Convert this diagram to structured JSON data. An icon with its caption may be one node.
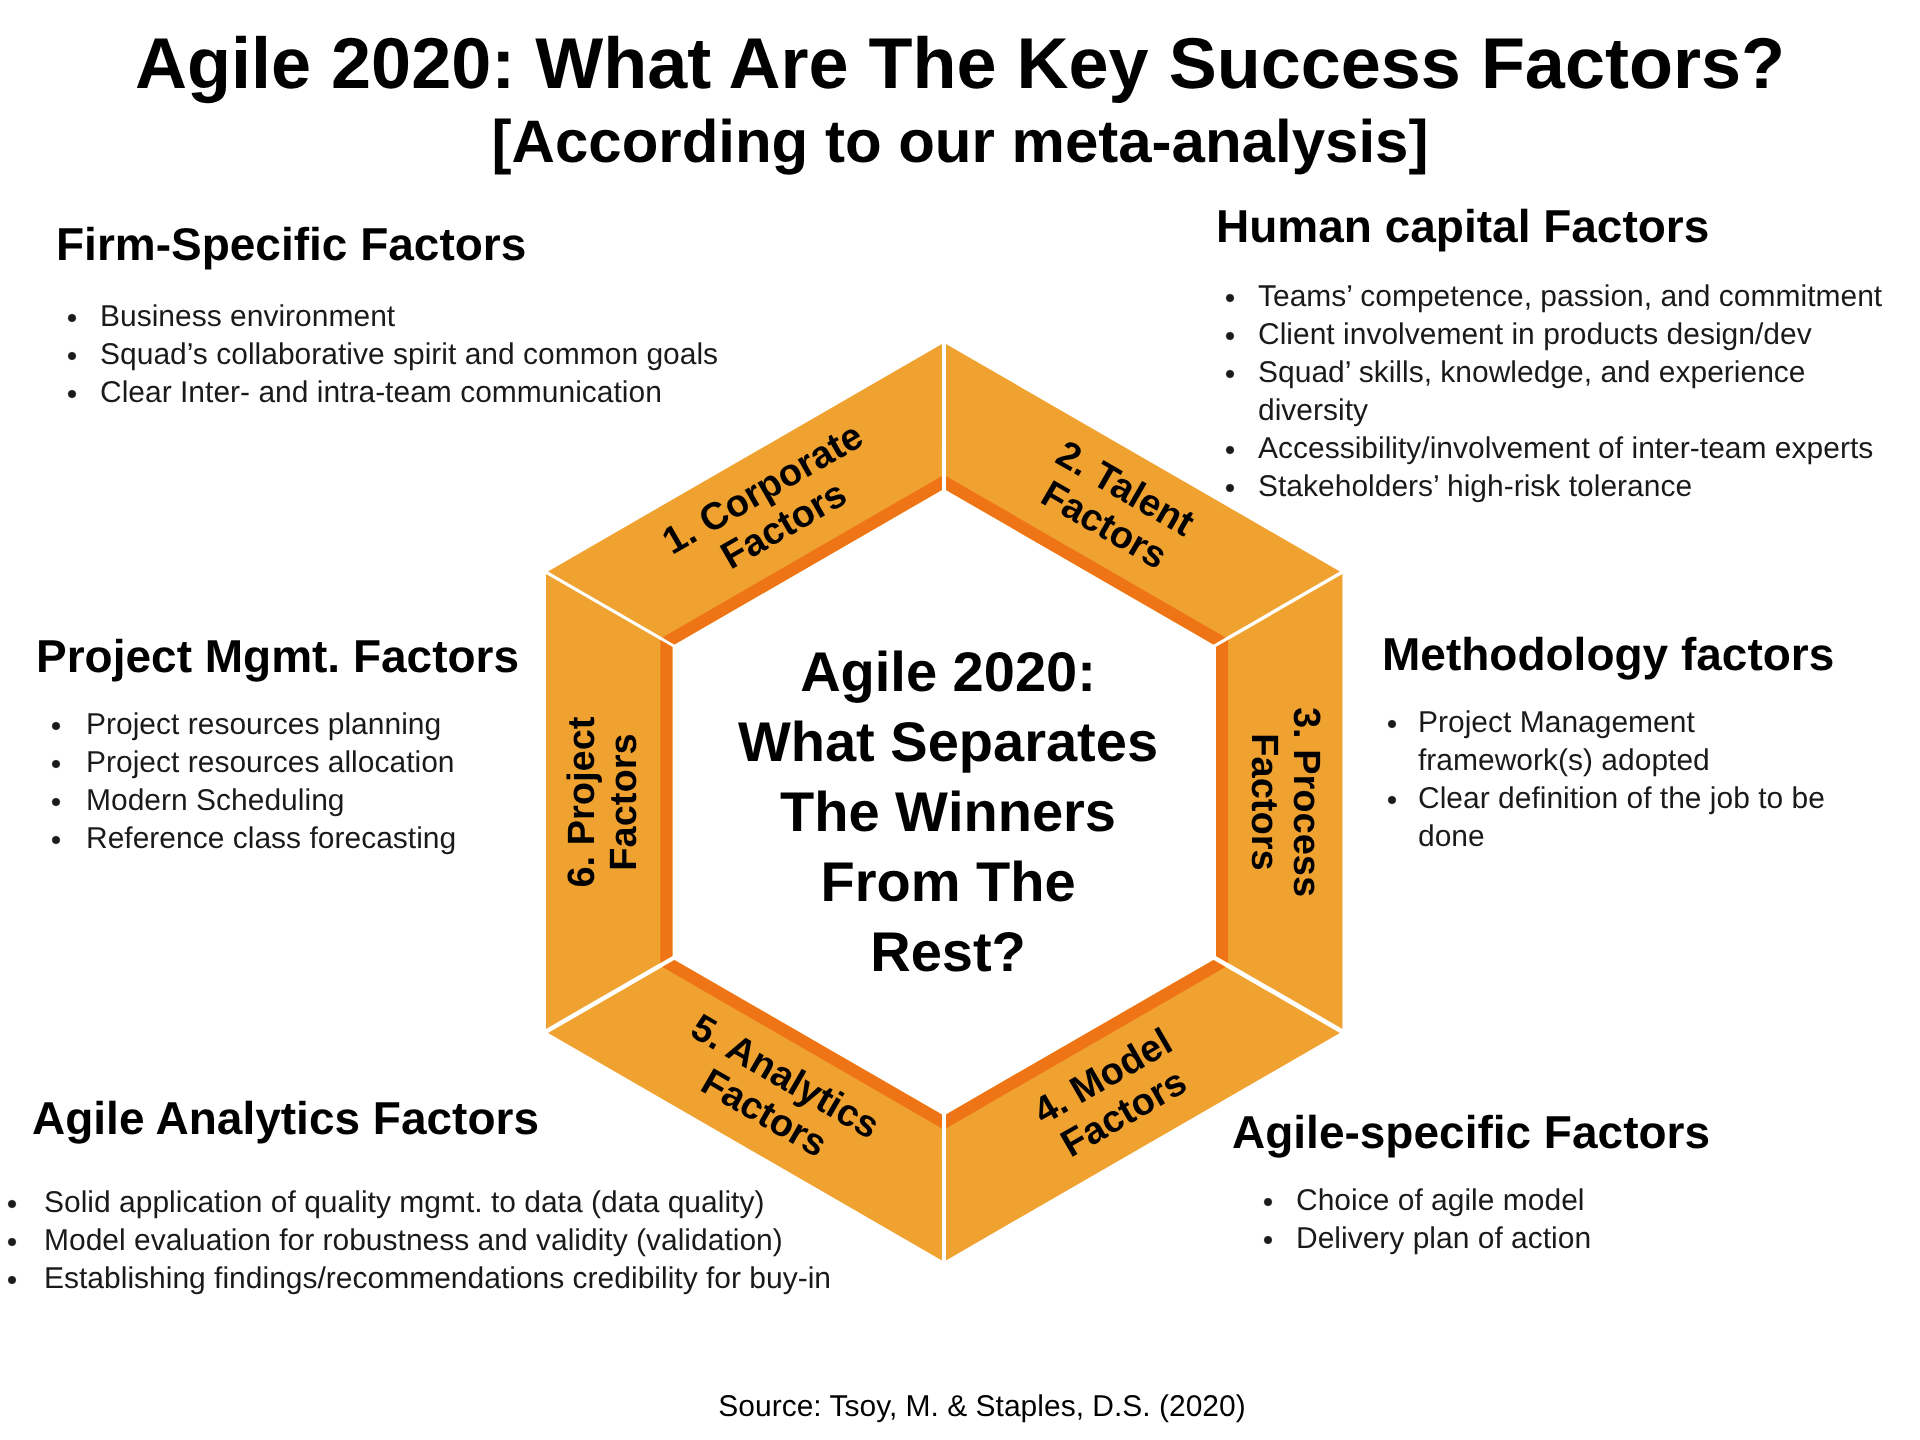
{
  "diagram": {
    "title": "Agile 2020: What Are The Key Success Factors?",
    "caption": "Source: Tsoy, M. & Staples, D.S. (2020)",
    "nodes": [
      {
        "text": [
          "1. Corporate Factors"
        ]
      },
      {
        "text": [
          "2. Talent Factors"
        ]
      },
      {
        "text": [
          "3. Process Factors"
        ]
      },
      {
        "text": [
          "4. Model Factors"
        ]
      },
      {
        "text": [
          "5. Analytics Factors"
        ]
      },
      {
        "text": [
          "6. Project Factors"
        ]
      },
      {
        "text": [
          "Agile 2020: What Separates The Winners From The Rest?"
        ]
      }
    ],
    "labels": [
      "[According to our meta-analysis]",
      "Firm-Specific Factors",
      "Business environment",
      "Squad’s collaborative spirit and common goals",
      "Clear Inter- and intra-team communication",
      "Human capital Factors",
      "Teams’ competence, passion, and commitment",
      "Client involvement in products design/dev",
      "Squad’ skills, knowledge, and experience diversity",
      "Accessibility/involvement of inter-team experts",
      "Stakeholders’ high-risk tolerance",
      "Project Mgmt. Factors",
      "Project resources planning",
      "Project resources allocation",
      "Modern Scheduling",
      "Reference class forecasting",
      "Methodology factors",
      "Project Management framework(s) adopted",
      "Clear definition of the job to be done",
      "Agile Analytics Factors",
      "Solid application of quality mgmt. to data (data quality)",
      "Model evaluation for robustness and validity (validation)",
      "Establishing findings/recommendations credibility for buy-in",
      "Agile-specific Factors",
      "Choice of agile model",
      "Delivery plan of action"
    ]
  }
}
